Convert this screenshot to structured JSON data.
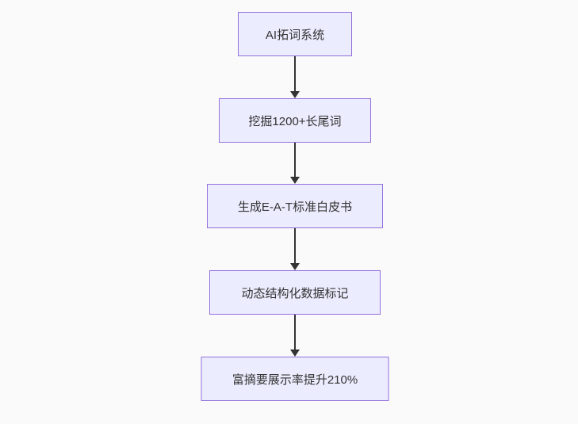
{
  "diagram": {
    "type": "flowchart",
    "direction": "top-down",
    "colors": {
      "node_fill": "#ECECFF",
      "node_border": "#9370DB",
      "arrow": "#333333",
      "text": "#333333",
      "background": "#fafafa"
    },
    "nodes": [
      {
        "id": "A",
        "label": "AI拓词系统"
      },
      {
        "id": "B",
        "label": "挖掘1200+长尾词"
      },
      {
        "id": "C",
        "label": "生成E-A-T标准白皮书"
      },
      {
        "id": "D",
        "label": "动态结构化数据标记"
      },
      {
        "id": "E",
        "label": "富摘要展示率提升210%"
      }
    ],
    "edges": [
      {
        "from": "A",
        "to": "B"
      },
      {
        "from": "B",
        "to": "C"
      },
      {
        "from": "C",
        "to": "D"
      },
      {
        "from": "D",
        "to": "E"
      }
    ]
  }
}
